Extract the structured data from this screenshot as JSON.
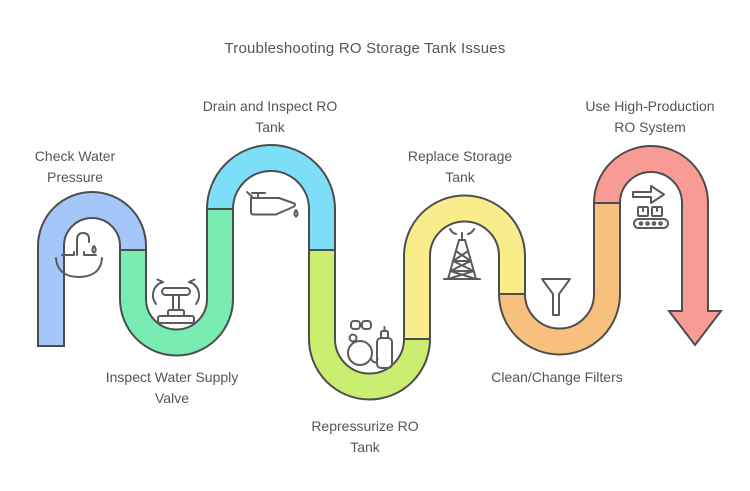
{
  "title": "Troubleshooting RO Storage Tank Issues",
  "colors": {
    "outline": "#4d4d4d",
    "icon_stroke": "#5b5b5b",
    "text": "#555555",
    "background": "#ffffff"
  },
  "steps": [
    {
      "label_line1": "Check Water",
      "label_line2": "Pressure",
      "icon": "faucet-icon",
      "pipe_color": "#a5c6f9"
    },
    {
      "label_line1": "Inspect Water Supply",
      "label_line2": "Valve",
      "icon": "valve-icon",
      "pipe_color": "#79ecb2"
    },
    {
      "label_line1": "Drain and Inspect RO",
      "label_line2": "Tank",
      "icon": "oil-can-icon",
      "pipe_color": "#7cdff7"
    },
    {
      "label_line1": "Repressurize RO",
      "label_line2": "Tank",
      "icon": "air-pump-icon",
      "pipe_color": "#c9ee70"
    },
    {
      "label_line1": "Replace Storage",
      "label_line2": "Tank",
      "icon": "derrick-tower-icon",
      "pipe_color": "#f8ec8b"
    },
    {
      "label_line1": "Clean/Change Filters",
      "label_line2": "",
      "icon": "funnel-icon",
      "pipe_color": "#f8c07e"
    },
    {
      "label_line1": "Use High-Production",
      "label_line2": "RO System",
      "icon": "conveyor-arrow-icon",
      "pipe_color": "#f99b95"
    }
  ]
}
